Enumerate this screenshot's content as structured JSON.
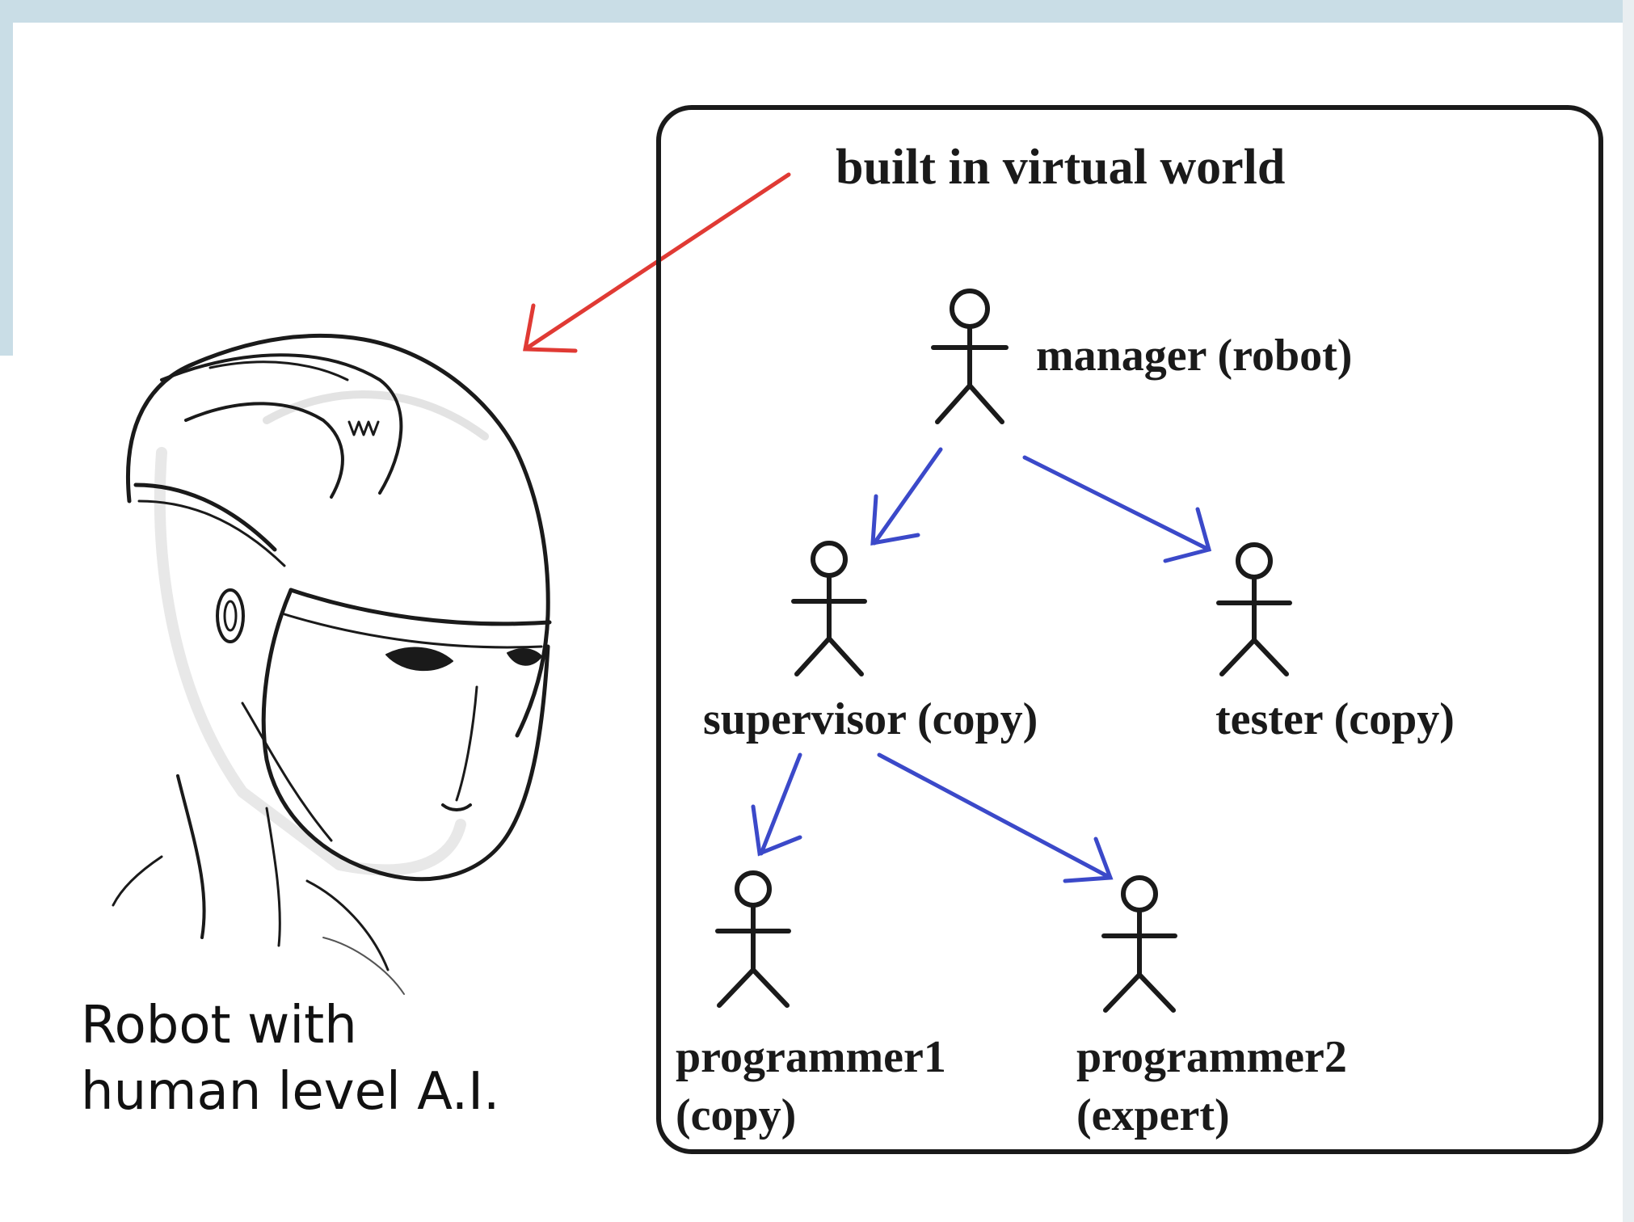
{
  "robot": {
    "caption_line1": "Robot with",
    "caption_line2": "human level A.I."
  },
  "virtual_world": {
    "title": "built in virtual world",
    "roles": {
      "manager": "manager (robot)",
      "supervisor": "supervisor (copy)",
      "tester": "tester (copy)",
      "programmer1_line1": "programmer1",
      "programmer1_line2": "(copy)",
      "programmer2_line1": "programmer2",
      "programmer2_line2": "(expert)"
    }
  },
  "colors": {
    "pointer_arrow": "#e03a34",
    "hierarchy_arrow": "#3b49c9",
    "ink": "#1a1a1a",
    "frame_band": "#c9dde6"
  }
}
